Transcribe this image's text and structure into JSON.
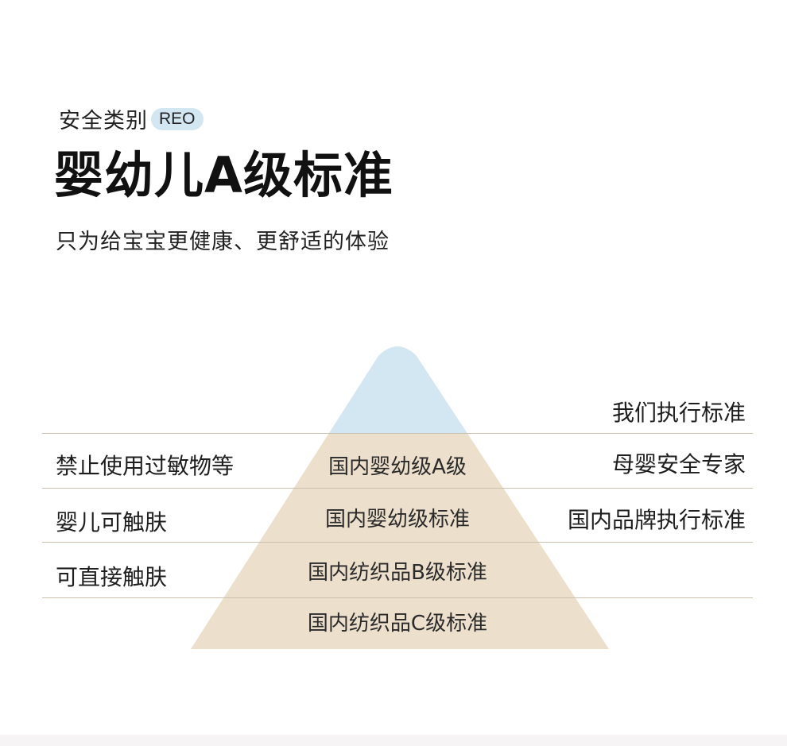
{
  "header": {
    "category_label": "安全类别",
    "category_badge": "REO",
    "title": "婴幼儿A级标准",
    "subtitle": "只为给宝宝更健康、更舒适的体验"
  },
  "pyramid": {
    "levels": [
      "国内婴幼级A级",
      "国内婴幼级标准",
      "国内纺织品B级标准",
      "国内纺织品C级标准"
    ],
    "left_notes": [
      "禁止使用过敏物等",
      "婴儿可触肤",
      "可直接触肤"
    ],
    "right_notes": [
      "我们执行标准",
      "母婴安全专家",
      "国内品牌执行标准"
    ]
  },
  "colors": {
    "apex": "#d3e7f2",
    "base": "#ecdfcb",
    "rule": "#cbbfae",
    "badge": "#d3e7f2"
  }
}
